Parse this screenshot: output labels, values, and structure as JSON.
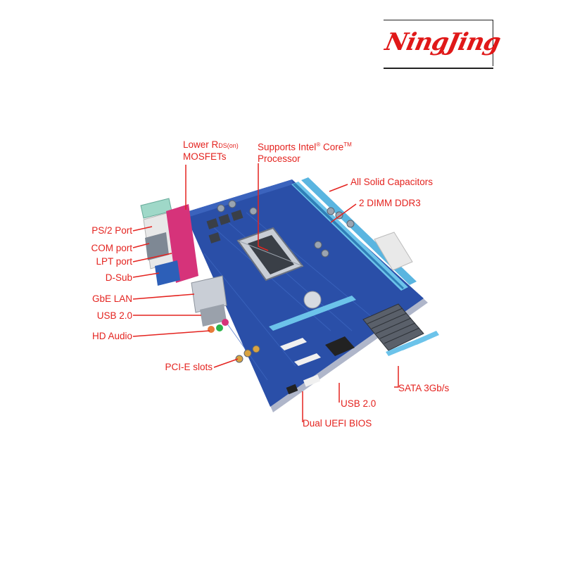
{
  "logo": {
    "text": "NingJing",
    "color": "#e01818"
  },
  "label_color": "#e4231f",
  "board_colors": {
    "pcb": "#2a4fa8",
    "slot": "#6cc3ea",
    "port_pink": "#d6337a",
    "port_blue": "#2d5fb8",
    "metal": "#c9ced6"
  },
  "labels": {
    "mosfet_line1_a": "Lower R",
    "mosfet_line1_sub": "DS(on)",
    "mosfet_line2": "MOSFETs",
    "cpu_line1": "Supports Intel",
    "cpu_reg": "®",
    "cpu_line1_b": " Core",
    "cpu_tm": "TM",
    "cpu_line2": "Processor",
    "capacitors": "All Solid Capacitors",
    "dimm": "2 DIMM DDR3",
    "ps2": "PS/2 Port",
    "com": "COM port",
    "lpt": "LPT port",
    "dsub": "D-Sub",
    "lan": "GbE LAN",
    "usb_back": "USB 2.0",
    "audio": "HD Audio",
    "pcie": "PCI-E slots",
    "sata": "SATA 3Gb/s",
    "usb_front": "USB 2.0",
    "bios": "Dual UEFI BIOS"
  }
}
